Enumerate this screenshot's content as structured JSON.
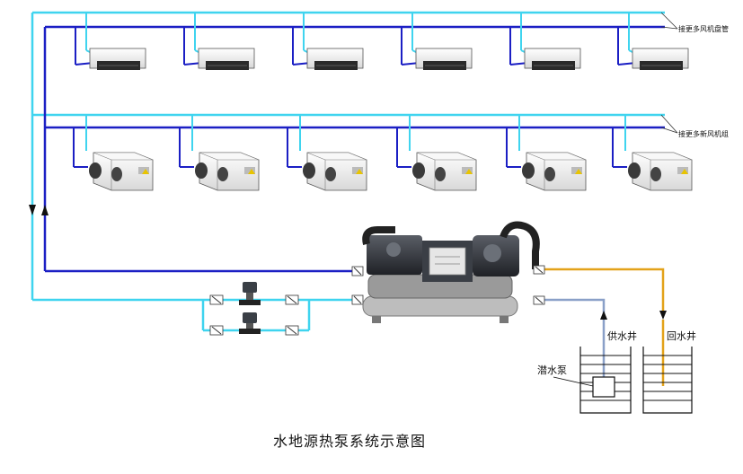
{
  "labels": {
    "fan_coil_more": "接更多风机盘管",
    "fresh_air_more": "接更多新风机组",
    "supply_well": "供水井",
    "return_well": "回水井",
    "submersible_pump": "潜水泵",
    "title": "水地源热泵系统示意图"
  },
  "colors": {
    "supply_pipe": "#3fd4ef",
    "return_pipe": "#1b1fc4",
    "well_return_pipe": "#e3a21a",
    "well_supply_pipe": "#8aa0c8",
    "unit_body": "#f1f1f1",
    "chiller_dark": "#2a2d33"
  },
  "icons": {
    "fan_coil_unit": "ceiling-fan-coil-icon",
    "fresh_air_unit": "fresh-air-handler-icon",
    "heat_pump": "water-source-heat-pump-icon",
    "circulation_pump": "vertical-pump-icon",
    "valve": "valve-icon",
    "well": "well-icon"
  }
}
